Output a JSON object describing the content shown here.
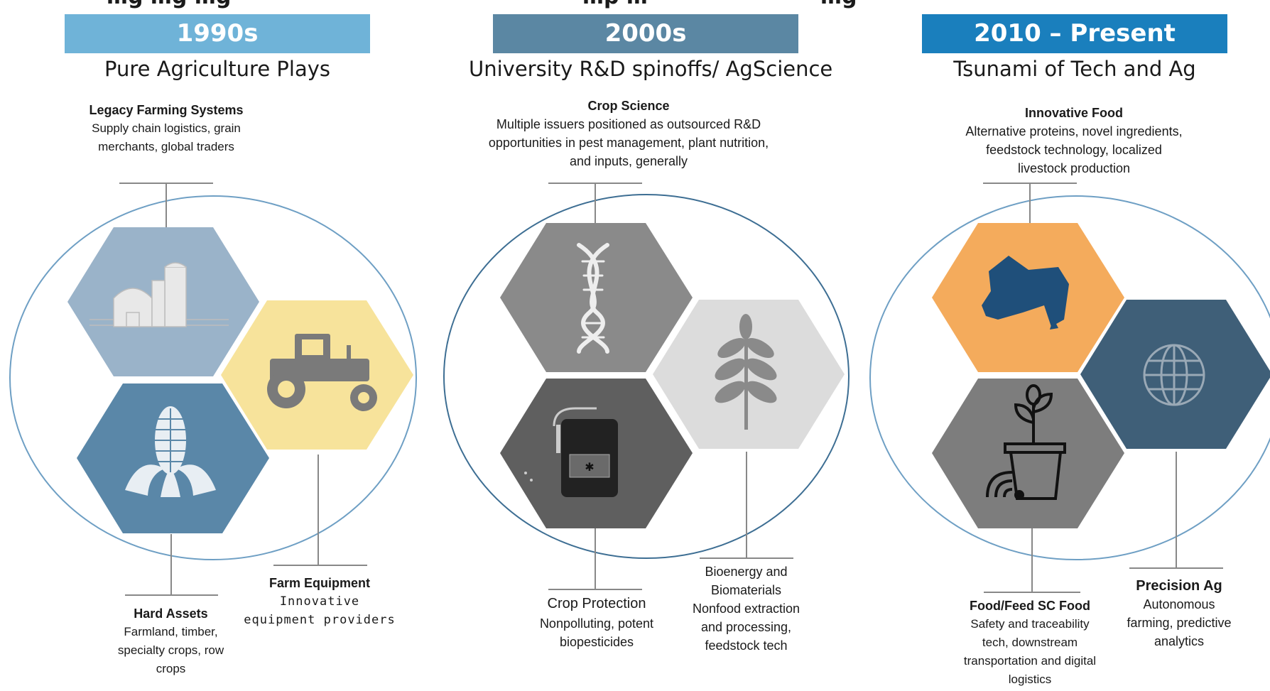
{
  "top_cut_text": [
    "…g …g …g",
    "…p …",
    "…g"
  ],
  "eras": [
    {
      "banner": "1990s",
      "subtitle": "Pure Agriculture Plays",
      "color": "#6fb3d8",
      "labels": [
        {
          "title": "Legacy Farming Systems",
          "text": "Supply chain logistics, grain merchants, global traders"
        },
        {
          "title": "Farm Equipment",
          "text": "Innovative equipment providers"
        },
        {
          "title": "Hard Assets",
          "text": "Farmland, timber, specialty crops, row crops"
        }
      ],
      "hexes": [
        {
          "icon": "barn-silo-icon",
          "color": "#9ab3c9"
        },
        {
          "icon": "tractor-icon",
          "color": "#f7e39b"
        },
        {
          "icon": "corn-icon",
          "color": "#5a87a8"
        }
      ]
    },
    {
      "banner": "2000s",
      "subtitle": "University R&D spinoffs/ AgScience",
      "color": "#5b87a3",
      "labels": [
        {
          "title": "Crop Science",
          "text": "Multiple issuers positioned as outsourced R&D opportunities in pest management, plant nutrition, and inputs, generally"
        },
        {
          "title": "Crop Protection",
          "text": "Nonpolluting, potent biopesticides"
        },
        {
          "title": "Bioenergy and Biomaterials",
          "text": "Nonfood extraction and processing, feedstock tech"
        }
      ],
      "hexes": [
        {
          "icon": "dna-icon",
          "color": "#8a8a8a"
        },
        {
          "icon": "leaf-icon",
          "color": "#dcdcdc"
        },
        {
          "icon": "sprayer-icon",
          "color": "#5f5f5f"
        }
      ]
    },
    {
      "banner": "2010 – Present",
      "subtitle": "Tsunami of Tech and Ag",
      "color": "#1a7fbd",
      "labels": [
        {
          "title": "Innovative Food",
          "text": "Alternative proteins, novel ingredients, feedstock technology, localized livestock production"
        },
        {
          "title": "Food/Feed SC Food",
          "text": "Safety and traceability tech, downstream transportation and digital logistics"
        },
        {
          "title": "Precision Ag",
          "text": "Autonomous farming, predictive analytics"
        }
      ],
      "hexes": [
        {
          "icon": "cow-head-icon",
          "color": "#f4ab5c"
        },
        {
          "icon": "globe-icon",
          "color": "#3f5f78"
        },
        {
          "icon": "connected-plant-icon",
          "color": "#7d7d7d"
        }
      ]
    }
  ]
}
